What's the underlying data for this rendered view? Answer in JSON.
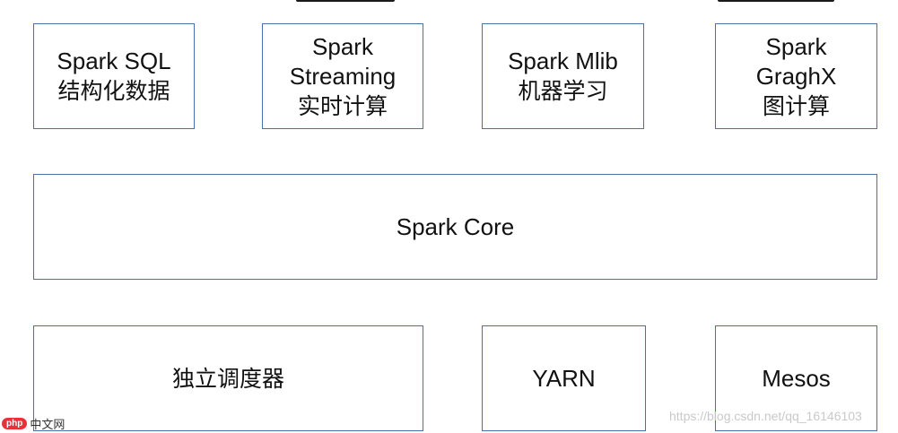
{
  "boxes": {
    "spark_sql": {
      "line1": "Spark SQL",
      "line2": "结构化数据"
    },
    "spark_streaming": {
      "line1": "Spark",
      "line2": "Streaming",
      "line3": "实时计算"
    },
    "spark_mlib": {
      "line1": "Spark Mlib",
      "line2": "机器学习"
    },
    "spark_graphx": {
      "line1": "Spark",
      "line2": "GraghX",
      "line3": "图计算"
    },
    "spark_core": {
      "label": "Spark Core"
    },
    "standalone": {
      "label": "独立调度器"
    },
    "yarn": {
      "label": "YARN"
    },
    "mesos": {
      "label": "Mesos"
    }
  },
  "watermark": {
    "logo_badge": "php",
    "logo_text": "中文网",
    "url": "https://blog.csdn.net/qq_16146103"
  },
  "colors": {
    "box_border": "#4a6fae",
    "text": "#111111",
    "watermark": "#c9c9c9",
    "logo_red": "#e8313a"
  }
}
